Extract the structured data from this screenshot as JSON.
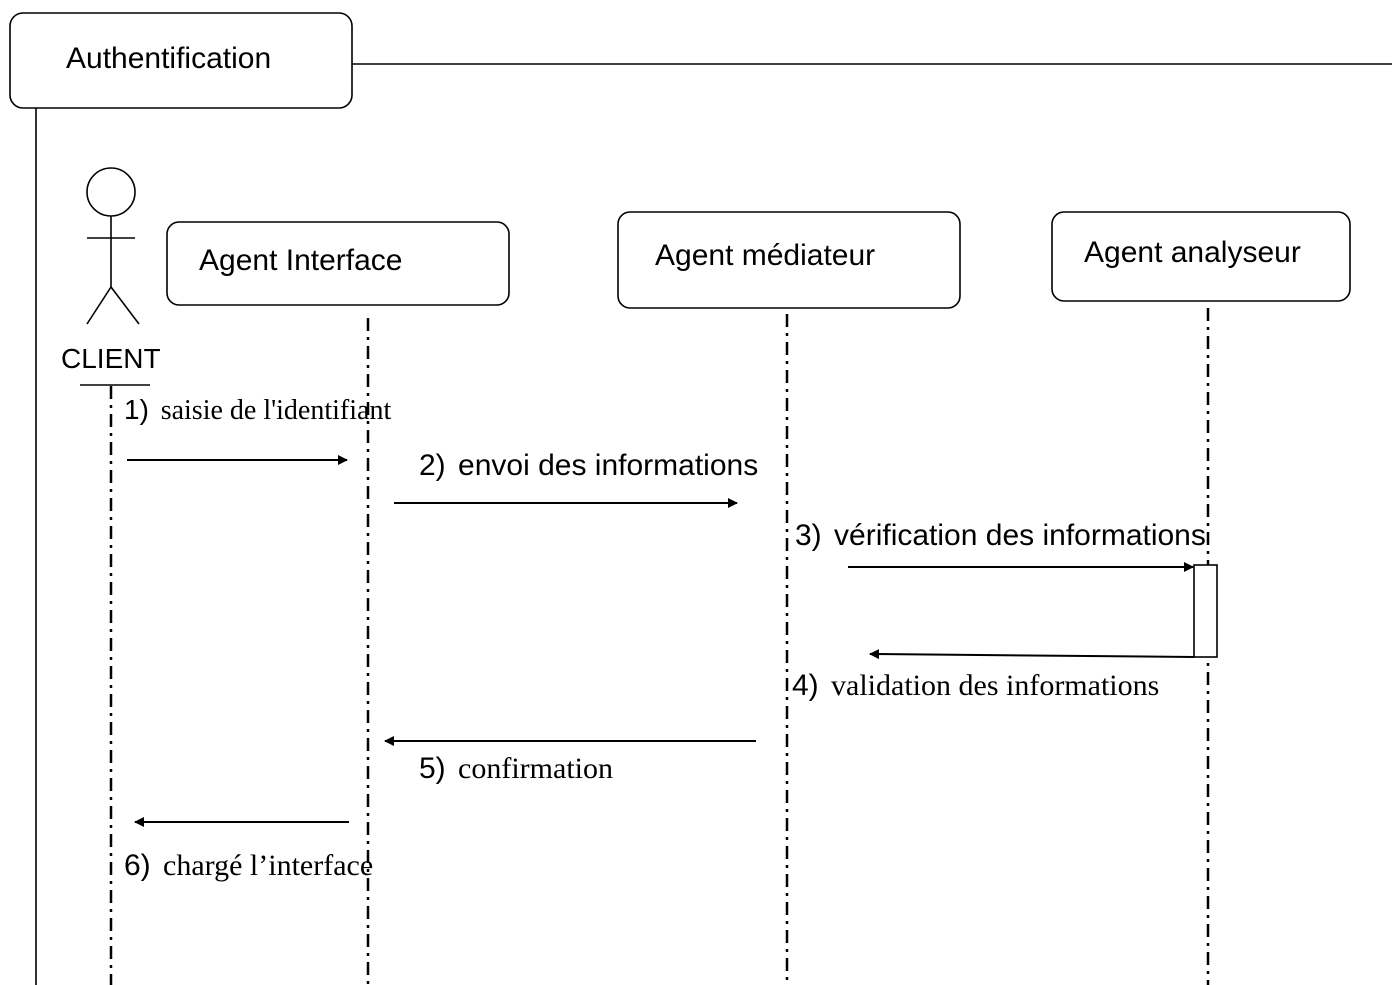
{
  "frame": {
    "title": "Authentification"
  },
  "actor": {
    "label": "CLIENT"
  },
  "participants": [
    {
      "label": "Agent Interface"
    },
    {
      "label": "Agent médiateur"
    },
    {
      "label": "Agent analyseur"
    }
  ],
  "messages": [
    {
      "number": "1)",
      "text": "saisie de l'identifiant",
      "from": "CLIENT",
      "to": "Agent Interface"
    },
    {
      "number": "2)",
      "text": "envoi des informations",
      "from": "Agent Interface",
      "to": "Agent médiateur"
    },
    {
      "number": "3)",
      "text": "vérification des informations",
      "from": "Agent médiateur",
      "to": "Agent analyseur"
    },
    {
      "number": "4)",
      "text": "validation des informations",
      "from": "Agent analyseur",
      "to": "Agent médiateur"
    },
    {
      "number": "5)",
      "text": "confirmation",
      "from": "Agent médiateur",
      "to": "Agent Interface"
    },
    {
      "number": "6)",
      "text": "chargé l’interface",
      "from": "Agent Interface",
      "to": "CLIENT"
    }
  ]
}
